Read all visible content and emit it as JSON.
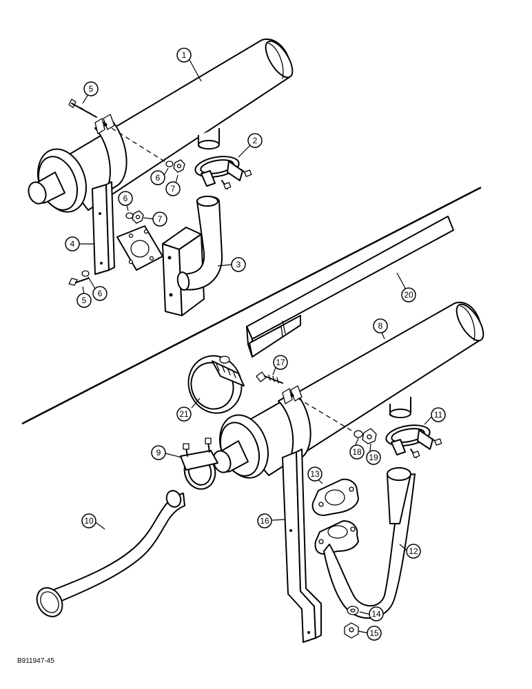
{
  "figure_code": "B911947-45",
  "callouts": [
    {
      "id": "c1",
      "label": "1"
    },
    {
      "id": "c2",
      "label": "2"
    },
    {
      "id": "c3",
      "label": "3"
    },
    {
      "id": "c4",
      "label": "4"
    },
    {
      "id": "c5a",
      "label": "5"
    },
    {
      "id": "c5b",
      "label": "5"
    },
    {
      "id": "c6a",
      "label": "6"
    },
    {
      "id": "c6b",
      "label": "6"
    },
    {
      "id": "c6c",
      "label": "6"
    },
    {
      "id": "c7a",
      "label": "7"
    },
    {
      "id": "c7b",
      "label": "7"
    },
    {
      "id": "c8",
      "label": "8"
    },
    {
      "id": "c9",
      "label": "9"
    },
    {
      "id": "c10",
      "label": "10"
    },
    {
      "id": "c11",
      "label": "11"
    },
    {
      "id": "c12",
      "label": "12"
    },
    {
      "id": "c13",
      "label": "13"
    },
    {
      "id": "c14",
      "label": "14"
    },
    {
      "id": "c15",
      "label": "15"
    },
    {
      "id": "c16",
      "label": "16"
    },
    {
      "id": "c17",
      "label": "17"
    },
    {
      "id": "c18",
      "label": "18"
    },
    {
      "id": "c19",
      "label": "19"
    },
    {
      "id": "c20",
      "label": "20"
    },
    {
      "id": "c21",
      "label": "21"
    }
  ]
}
